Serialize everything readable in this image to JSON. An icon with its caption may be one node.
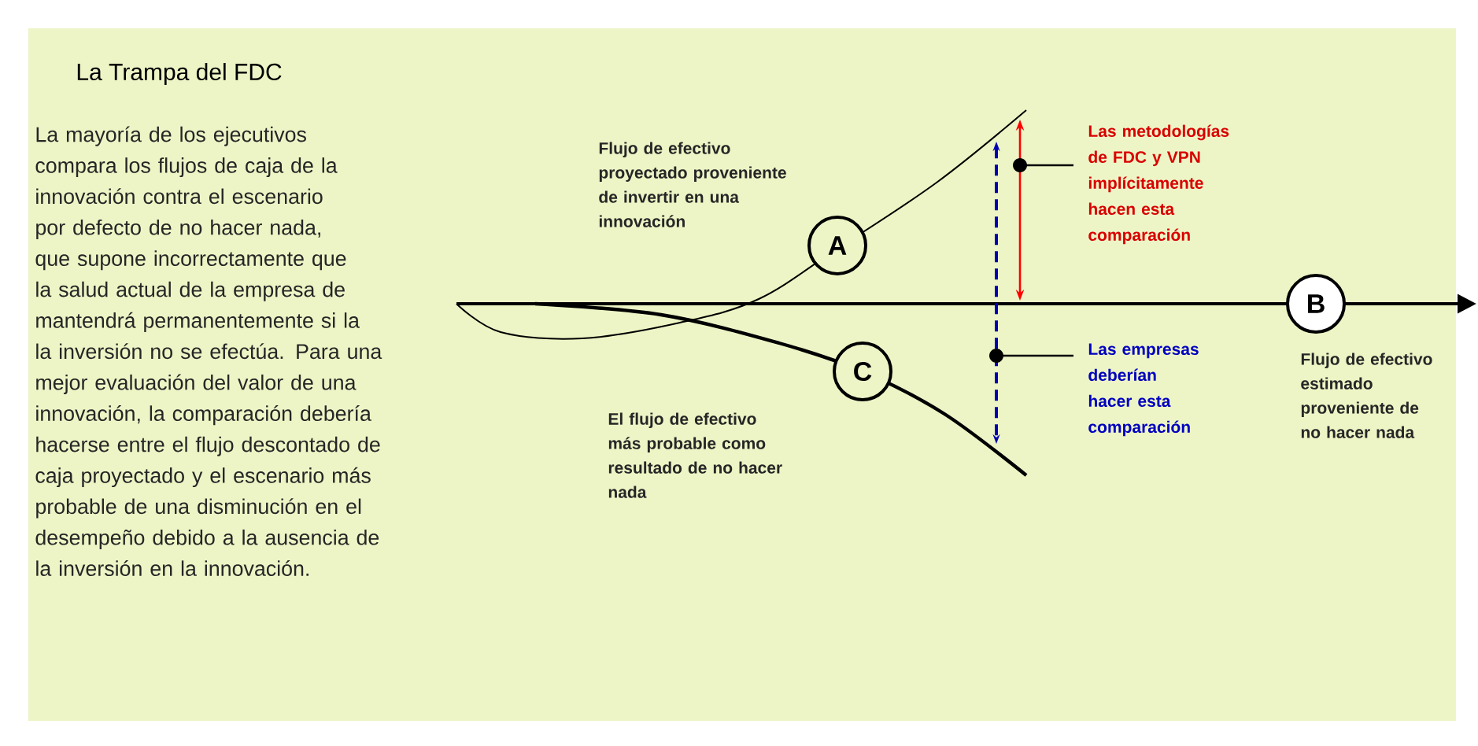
{
  "diagram": {
    "title": "La Trampa del FDC",
    "nodes": [
      {
        "text": [
          "A"
        ],
        "beside": [
          "Flujo de efectivo proyectado proveniente de invertir en una innovación"
        ]
      },
      {
        "text": [
          "C"
        ],
        "beside": [
          "El flujo de efectivo más probable como resultado de no hacer nada"
        ]
      },
      {
        "text": [
          "B"
        ],
        "beside": [
          "Flujo de efectivo estimado proveniente de no hacer nada"
        ]
      },
      {
        "text": [
          "Las metodologías de FDC y VPN implícitamente hacen esta comparación"
        ]
      },
      {
        "text": [
          "Las empresas deberían hacer esta comparación"
        ]
      }
    ],
    "edges": [
      {
        "from": 3,
        "to": null,
        "arrow": "other",
        "color": "#000000"
      },
      {
        "from": 4,
        "to": null,
        "arrow": "other",
        "color": "#000000"
      }
    ],
    "labels": [
      "La mayoría de los ejecutivos compara los flujos de caja de la innovación contra el escenario por defecto de no hacer nada, que supone incorrectamente que la salud actual de la empresa de mantendrá permanentemente si la la inversión no se efectúa. Para una mejor evaluación del valor de una innovación, la comparación debería hacerse entre el flujo descontado de caja proyectado y el escenario más probable de una disminución en el desempeño debido a la ausencia de la inversión en la innovación."
    ]
  }
}
